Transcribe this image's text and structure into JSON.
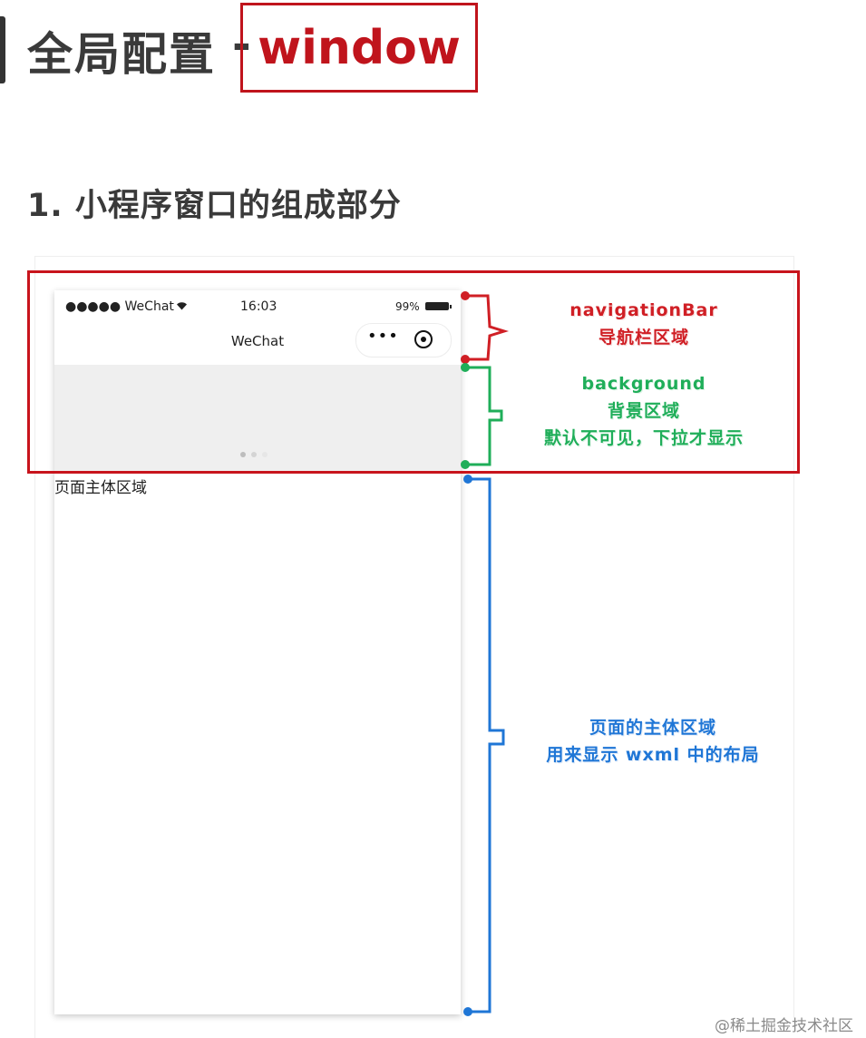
{
  "title": {
    "main": "全局配置",
    "separator": "-",
    "highlight": "window"
  },
  "heading": "1. 小程序窗口的组成部分",
  "phone": {
    "status_bar": {
      "signal": "●●●●● WeChat",
      "time": "16:03",
      "battery": "99%"
    },
    "nav_title": "WeChat",
    "capsule": {
      "more": "•••",
      "icons": [
        "more-icon",
        "target-icon"
      ]
    },
    "body_text": "页面主体区域"
  },
  "annotations": {
    "navigation_bar": {
      "title": "navigationBar",
      "subtitle": "导航栏区域",
      "color": "#d01f25"
    },
    "background": {
      "title": "background",
      "line1": "背景区域",
      "line2": "默认不可见，下拉才显示",
      "color": "#1fae59"
    },
    "page_body": {
      "line1": "页面的主体区域",
      "line2": "用来显示 wxml 中的布局",
      "color": "#1f76d6"
    }
  },
  "watermark": "@稀土掘金技术社区",
  "colors": {
    "frame_red": "#c8141c",
    "title_red": "#c0141c",
    "text_dark": "#3a3a3a",
    "bg_area": "#efefef"
  }
}
